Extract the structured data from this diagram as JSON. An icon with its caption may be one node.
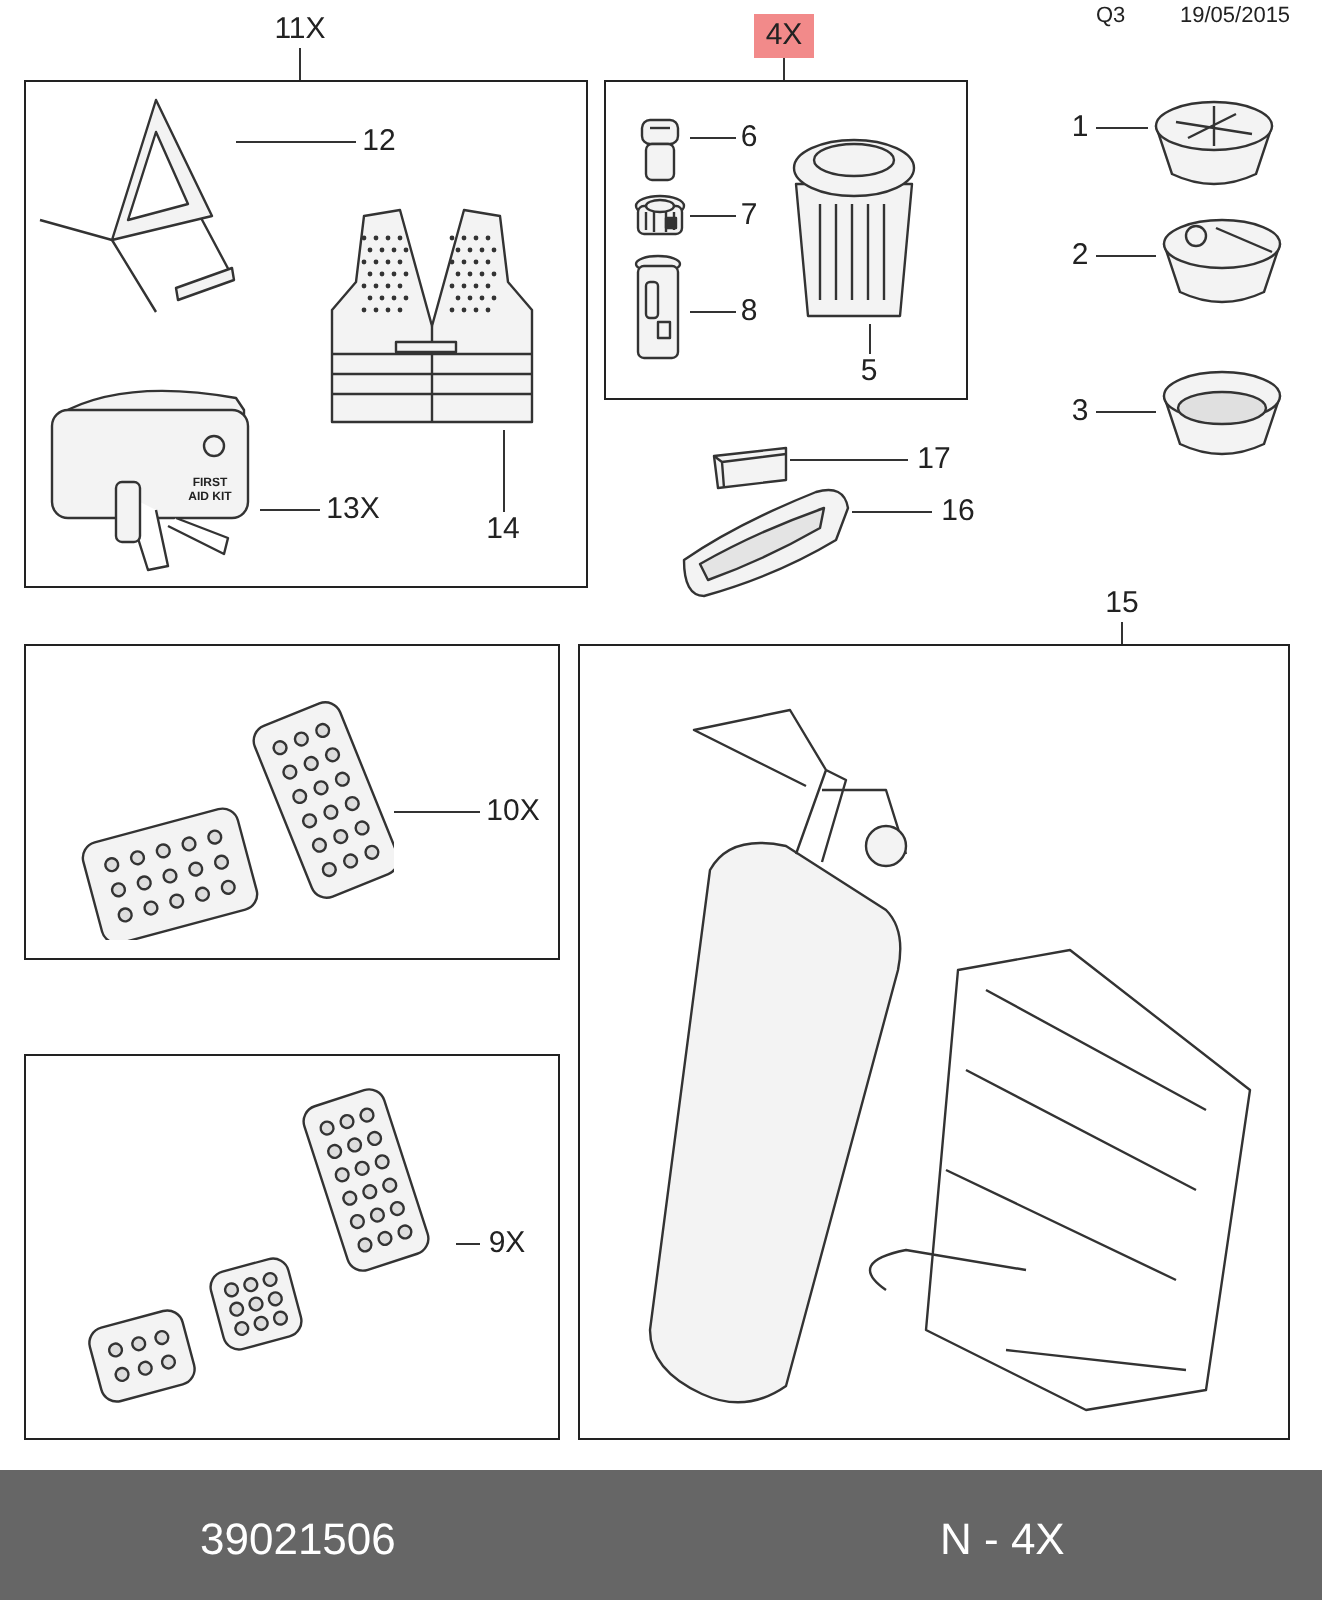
{
  "diagram": {
    "nodes": [
      {
        "text": [
          "11X"
        ]
      },
      {
        "text": [],
        "shape": "box"
      },
      {
        "text": [],
        "shape": "picture",
        "in": 1
      },
      {
        "text": [
          "12"
        ],
        "in": 1
      },
      {
        "text": [],
        "shape": "picture",
        "in": 1
      },
      {
        "text": [
          "14"
        ],
        "in": 1
      },
      {
        "text": [],
        "shape": "picture",
        "in": 1
      },
      {
        "text": [
          "13X"
        ],
        "in": 1
      },
      {
        "text": [
          "4X"
        ]
      },
      {
        "text": [],
        "shape": "box"
      },
      {
        "text": [],
        "shape": "picture",
        "in": 9
      },
      {
        "text": [
          "6"
        ],
        "in": 9
      },
      {
        "text": [],
        "shape": "picture",
        "in": 9
      },
      {
        "text": [
          "7"
        ],
        "in": 9
      },
      {
        "text": [],
        "shape": "picture",
        "in": 9
      },
      {
        "text": [
          "8"
        ],
        "in": 9
      },
      {
        "text": [],
        "shape": "picture",
        "in": 9
      },
      {
        "text": [
          "5"
        ],
        "in": 9
      },
      {
        "text": [
          "1"
        ]
      },
      {
        "text": [],
        "shape": "picture"
      },
      {
        "text": [
          "2"
        ]
      },
      {
        "text": [],
        "shape": "picture"
      },
      {
        "text": [
          "3"
        ]
      },
      {
        "text": [],
        "shape": "picture"
      },
      {
        "text": [],
        "shape": "picture"
      },
      {
        "text": [
          "17"
        ]
      },
      {
        "text": [],
        "shape": "picture"
      },
      {
        "text": [
          "16"
        ]
      },
      {
        "text": [],
        "shape": "box"
      },
      {
        "text": [],
        "shape": "picture",
        "in": 28
      },
      {
        "text": [
          "10X"
        ],
        "in": 28
      },
      {
        "text": [],
        "shape": "box"
      },
      {
        "text": [],
        "shape": "picture",
        "in": 31
      },
      {
        "text": [
          "9X"
        ],
        "in": 31
      },
      {
        "text": [
          "15"
        ]
      },
      {
        "text": [],
        "shape": "box"
      },
      {
        "text": [],
        "shape": "picture",
        "in": 35
      }
    ],
    "edges": [
      {
        "from": 0,
        "to": 1,
        "arrow": "none"
      },
      {
        "from": 3,
        "to": 2,
        "arrow": "none"
      },
      {
        "from": 5,
        "to": 4,
        "arrow": "none"
      },
      {
        "from": 7,
        "to": 6,
        "arrow": "none"
      },
      {
        "from": 8,
        "to": 9,
        "arrow": "none"
      },
      {
        "from": 11,
        "to": 10,
        "arrow": "none"
      },
      {
        "from": 13,
        "to": 12,
        "arrow": "none"
      },
      {
        "from": 15,
        "to": 14,
        "arrow": "none"
      },
      {
        "from": 17,
        "to": 16,
        "arrow": "none"
      },
      {
        "from": 18,
        "to": 19,
        "arrow": "none"
      },
      {
        "from": 20,
        "to": 21,
        "arrow": "none"
      },
      {
        "from": 22,
        "to": 23,
        "arrow": "none"
      },
      {
        "from": 25,
        "to": 24,
        "arrow": "none"
      },
      {
        "from": 27,
        "to": 26,
        "arrow": "none"
      },
      {
        "from": 30,
        "to": 29,
        "arrow": "none"
      },
      {
        "from": 33,
        "to": 32,
        "arrow": "none"
      },
      {
        "from": 34,
        "to": 35,
        "arrow": "none"
      }
    ],
    "labels": [
      "Q3",
      "19/05/2015",
      "FIRST AID KIT",
      "39021506",
      "N - 4X"
    ]
  }
}
